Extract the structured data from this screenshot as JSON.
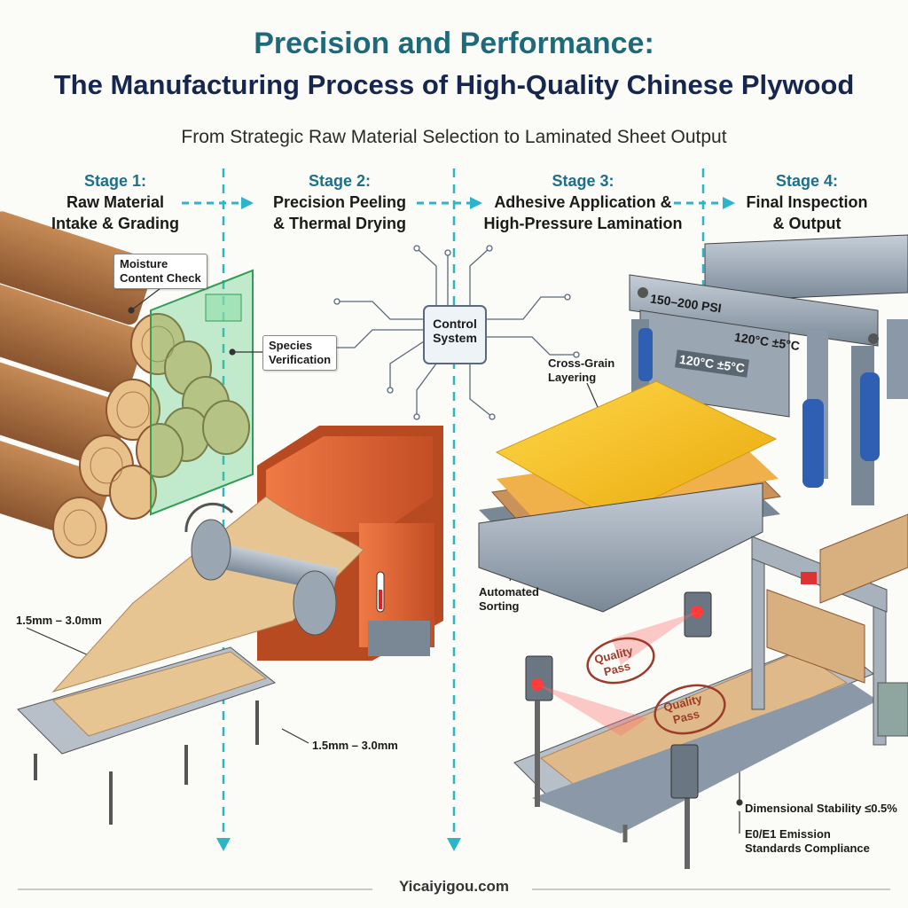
{
  "header": {
    "title_line1": "Precision and Performance:",
    "title_line2": "The Manufacturing Process of High-Quality Chinese Plywood",
    "subtitle": "From Strategic Raw Material Selection to Laminated Sheet Output"
  },
  "stages": [
    {
      "number": "Stage 1:",
      "line1": "Raw Material",
      "line2": "Intake & Grading"
    },
    {
      "number": "Stage 2:",
      "line1": "Precision Peeling",
      "line2": "& Thermal Drying"
    },
    {
      "number": "Stage 3:",
      "line1": "Adhesive Application &",
      "line2": "High-Pressure Lamination"
    },
    {
      "number": "Stage 4:",
      "line1": "Final Inspection",
      "line2": "& Output"
    }
  ],
  "callouts": {
    "moisture": [
      "Moisture",
      "Content Check"
    ],
    "species": [
      "Species",
      "Verification"
    ],
    "control": [
      "Control",
      "System"
    ],
    "cross_grain": [
      "Cross-Grain",
      "Layering"
    ],
    "pressure": "150–200 PSI",
    "temp_a": "120°C ±5°C",
    "temp_b": "120°C ±5°C",
    "thickness_a": "1.5mm – 3.0mm",
    "thickness_b": "1.5mm – 3.0mm",
    "sorting": [
      "Automated",
      "Sorting"
    ],
    "quality_stamp": [
      "Quality",
      "Pass"
    ],
    "stability": "Dimensional Stability ≤0.5%",
    "emission": [
      "E0/E1 Emission",
      "Standards Compliance"
    ]
  },
  "footer": {
    "brand": "Yicaiyigou.com"
  },
  "colors": {
    "accent": "#2bb5c8",
    "title": "#1f6a7a",
    "title_dark": "#16264f",
    "wood": "#e0b98a",
    "machine_orange": "#e2683a",
    "press_steel": "#8a98a8",
    "glue": "#f2c21a"
  }
}
